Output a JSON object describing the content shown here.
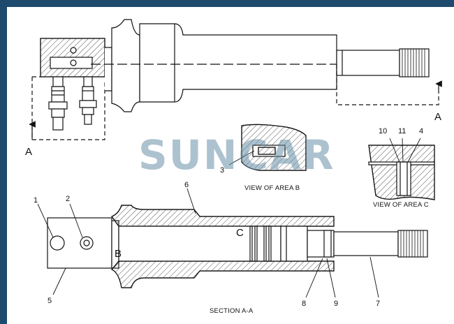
{
  "watermark": {
    "text": "SUNCAR",
    "color": "#6a8fa8"
  },
  "section_arrows": {
    "left_label": "A",
    "right_label": "A"
  },
  "view_b": {
    "part_label": "3",
    "caption": "VIEW OF AREA  B"
  },
  "view_c": {
    "labels": [
      "10",
      "11",
      "4"
    ],
    "caption": "VIEW OF AREA  C"
  },
  "section": {
    "caption": "SECTION  A-A",
    "area_b_marker": "B",
    "area_c_marker": "C",
    "part_labels": [
      "1",
      "2",
      "5",
      "6",
      "7",
      "8",
      "9"
    ]
  },
  "colors": {
    "frame": "#1e4a6e",
    "line": "#111111",
    "hatch": "#555555"
  }
}
